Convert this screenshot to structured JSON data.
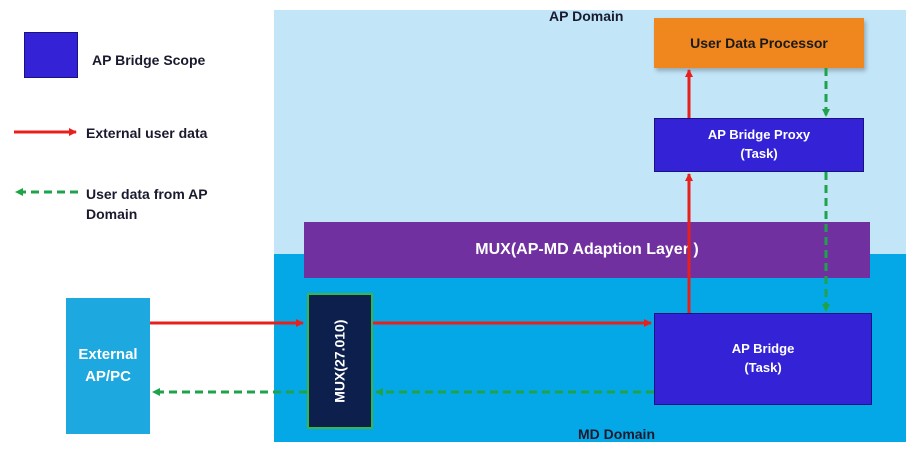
{
  "legend": {
    "scope_label": "AP Bridge Scope",
    "red_label": "External user data",
    "green_label_line1": "User data from AP",
    "green_label_line2": "Domain"
  },
  "domains": {
    "ap": "AP Domain",
    "md": "MD Domain"
  },
  "boxes": {
    "user_data_processor": "User Data Processor",
    "proxy_line1": "AP Bridge Proxy",
    "proxy_line2": "(Task)",
    "mux_layer": "MUX(AP-MD Adaption Layer )",
    "bridge_line1": "AP Bridge",
    "bridge_line2": "(Task)",
    "external_line1": "External",
    "external_line2": "AP/PC",
    "mux_2710": "MUX(27.010)"
  },
  "colors": {
    "external_flow": "#e8201c",
    "ap_flow": "#1fa34a",
    "scope": "#3322d6",
    "mux_layer": "#7030a0",
    "processor": "#f0861e"
  }
}
